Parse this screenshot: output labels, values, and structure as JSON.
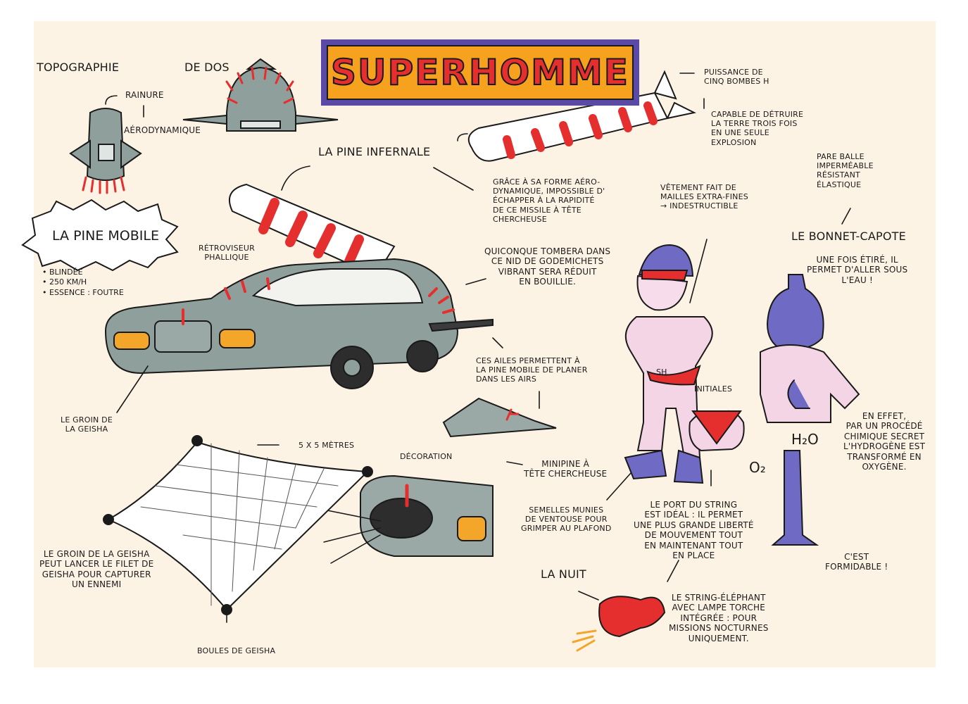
{
  "title": "SUPERHOMME",
  "colors": {
    "background": "#fdf3e4",
    "title_frame": "#5a4aa6",
    "title_fill": "#f6a21e",
    "title_text": "#e52e2e",
    "car_body": "#8fa09c",
    "suit": "#f3d5e6",
    "hood": "#6f6bc4",
    "accent_red": "#e52e2e",
    "headlight": "#f4a62a"
  },
  "labels": {
    "topographie": "TOPOGRAPHIE",
    "de_dos": "DE DOS",
    "rainure": "RAINURE",
    "aerodynamique": "AÉRODYNAMIQUE",
    "pine_infernale": "LA PINE INFERNALE",
    "missile_power": "PUISSANCE DE\nCINQ BOMBES H",
    "missile_capable": "CAPABLE DE DÉTRUIRE\nLA TERRE TROIS FOIS\nEN UNE SEULE\nEXPLOSION",
    "missile_desc": "GRÂCE À SA FORME AÉRO-\nDYNAMIQUE, IMPOSSIBLE D'\nÉCHAPPER À LA RAPIDITÉ\nDE CE MISSILE À TÊTE\nCHERCHEUSE",
    "vetement": "VÊTEMENT FAIT DE\nMAILLES EXTRA-FINES\n→ INDESTRUCTIBLE",
    "pare_balle": "PARE BALLE\nIMPERMÉABLE\nRÉSISTANT\nÉLASTIQUE",
    "bonnet_capote": "LE BONNET-CAPOTE",
    "bonnet_desc": "UNE FOIS ÉTIRÉ, IL\nPERMET D'ALLER SOUS\nL'EAU !",
    "pine_mobile": "LA PINE MOBILE",
    "retroviseur": "RÉTROVISEUR\nPHALLIQUE",
    "godemichets": "QUICONQUE TOMBERA DANS\nCE NID DE GODEMICHETS\nVIBRANT SERA RÉDUIT\nEN BOUILLIE.",
    "ailes": "CES AILES PERMETTENT À\nLA PINE MOBILE DE PLANER\nDANS LES AIRS",
    "groin": "LE GROIN DE\nLA GEISHA",
    "filet_size": "5 X 5 MÈTRES",
    "decoration": "DÉCORATION",
    "minipine": "MINIPINE À\nTÊTE CHERCHEUSE",
    "initiales": "INITIALES",
    "semelles": "SEMELLES MUNIES\nDE VENTOUSE POUR\nGRIMPER AU PLAFOND",
    "string": "LE PORT DU STRING\nEST IDÉAL : IL PERMET\nUNE PLUS GRANDE LIBERTÉ\nDE MOUVEMENT TOUT\nEN MAINTENANT TOUT\nEN PLACE",
    "en_effet": "EN EFFET,\nPAR UN PROCÉDÉ\nCHIMIQUE SECRET\nL'HYDROGÈNE EST\nTRANSFORMÉ EN\nOXYGÈNE.",
    "formidable": "C'EST\nFORMIDABLE !",
    "groin_filet": "LE GROIN DE LA GEISHA\nPEUT LANCER LE FILET DE\nGEISHA POUR CAPTURER\nUN ENNEMI",
    "boules": "BOULES DE GEISHA",
    "la_nuit": "LA NUIT",
    "string_elephant": "LE STRING-ÉLÉPHANT\nAVEC LAMPE TORCHE\nINTÉGRÉE : POUR\nMISSIONS NOCTURNES\nUNIQUEMENT.",
    "logo_initials": "SH",
    "h2o": "H₂O",
    "o2": "O₂"
  },
  "mobile_specs": [
    "BLINDÉE",
    "250 KM/H",
    "ESSENCE : FOUTRE"
  ]
}
